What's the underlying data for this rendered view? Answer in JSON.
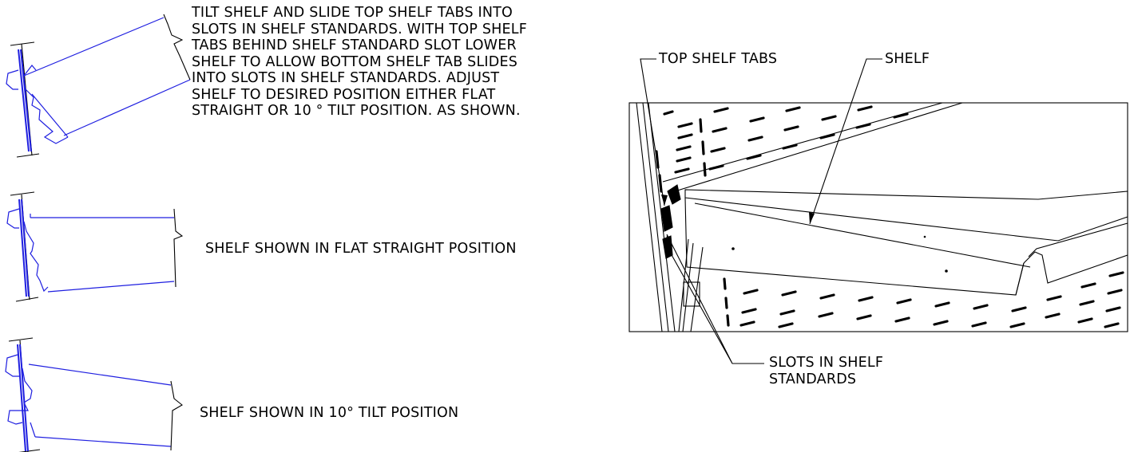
{
  "instructions": {
    "lines": [
      "TILT SHELF AND SLIDE TOP SHELF TABS INTO",
      "SLOTS IN SHELF STANDARDS. WITH TOP SHELF",
      "TABS BEHIND SHELF STANDARD SLOT LOWER",
      "SHELF TO ALLOW BOTTOM SHELF TAB SLIDES",
      "INTO SLOTS IN SHELF STANDARDS. ADJUST",
      "SHELF TO DESIRED POSITION EITHER FLAT",
      "STRAIGHT OR 10 ° TILT POSITION. AS SHOWN."
    ]
  },
  "captions": {
    "flat": "SHELF SHOWN IN FLAT STRAIGHT POSITION",
    "tilt": "SHELF SHOWN IN 10° TILT POSITION"
  },
  "callouts": {
    "top_shelf_tabs": "TOP SHELF TABS",
    "shelf": "SHELF",
    "slots_line1": "SLOTS IN SHELF",
    "slots_line2": "STANDARDS"
  },
  "colors": {
    "detail_lines": "#1f1fe0",
    "outline": "#000000"
  }
}
